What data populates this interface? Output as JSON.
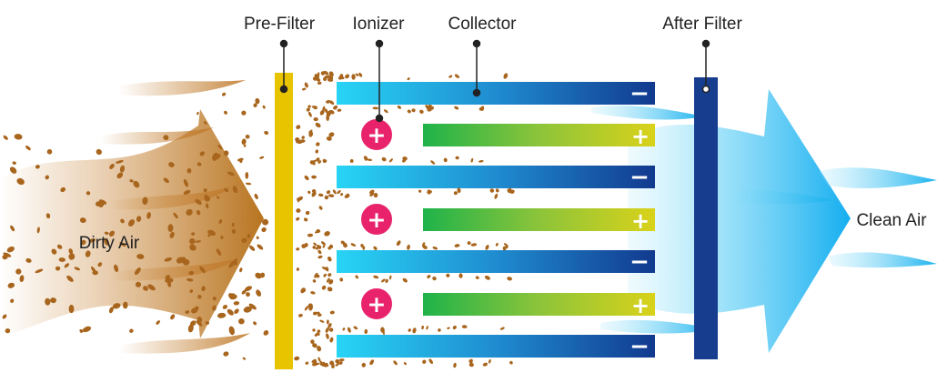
{
  "labels": {
    "pre_filter": "Pre-Filter",
    "ionizer": "Ionizer",
    "collector": "Collector",
    "after_filter": "After Filter",
    "dirty_air": "Dirty Air",
    "clean_air": "Clean Air"
  },
  "signs": {
    "negative": "−",
    "positive": "+"
  },
  "colors": {
    "dirty_air": "#c8863a",
    "particle": "#a8651d",
    "pre_filter": "#e8c400",
    "negative_plate_start": "#28d4f5",
    "negative_plate_end": "#123a8f",
    "positive_plate_start": "#1fb34a",
    "positive_plate_end": "#d9d21a",
    "ionizer": "#e8236c",
    "after_filter": "#173e8e",
    "clean_air": "#1ab2ee"
  }
}
